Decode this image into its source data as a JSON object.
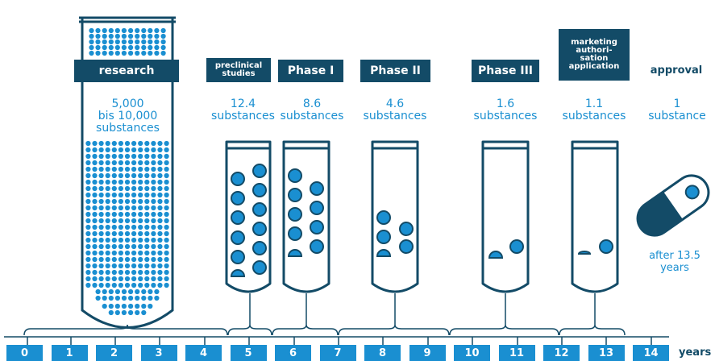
{
  "stages": {
    "research": {
      "label": "research",
      "count": "5,000\nbis 10,000\nsubstances"
    },
    "preclinical": {
      "label": "preclinical\nstudies",
      "count": "12.4\nsubstances"
    },
    "phase1": {
      "label": "Phase I",
      "count": "8.6\nsubstances"
    },
    "phase2": {
      "label": "Phase II",
      "count": "4.6\nsubstances"
    },
    "phase3": {
      "label": "Phase III",
      "count": "1.6\nsubstances"
    },
    "marketing": {
      "label": "marketing\nauthori-\nsation\napplication",
      "count": "1.1\nsubstances"
    },
    "approval": {
      "label": "approval",
      "count": "1\nsubstance",
      "after": "after 13.5\nyears"
    }
  },
  "timeline": {
    "years": [
      "0",
      "1",
      "2",
      "3",
      "4",
      "5",
      "6",
      "7",
      "8",
      "9",
      "10",
      "11",
      "12",
      "13",
      "14"
    ],
    "unit_label": "years"
  },
  "colors": {
    "dark_blue": "#134b67",
    "accent_blue": "#1a8fd1",
    "white": "#ffffff"
  },
  "icons": [
    "test-tube-icon",
    "substance-dot-icon",
    "capsule-icon",
    "timeline-brace-icon"
  ]
}
